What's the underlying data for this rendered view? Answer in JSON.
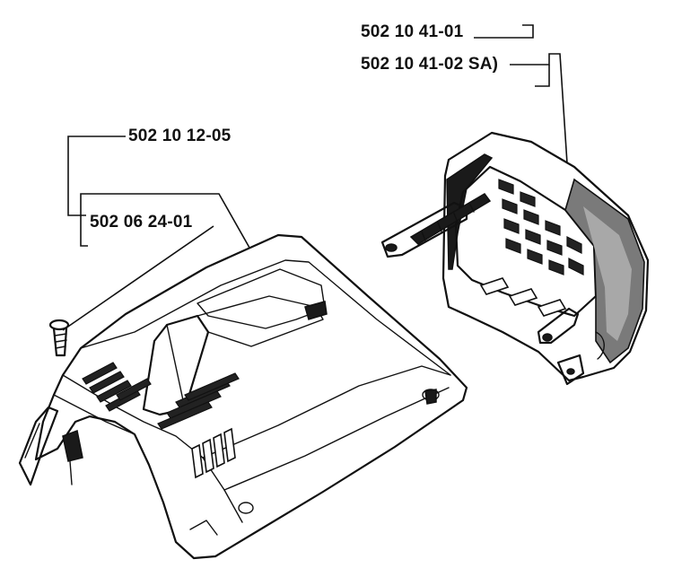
{
  "parts": {
    "p1": "502 10 41-01",
    "p2": "502 10 41-02 SA)",
    "p3": "502 10 12-05",
    "p4": "502 06 24-01"
  }
}
